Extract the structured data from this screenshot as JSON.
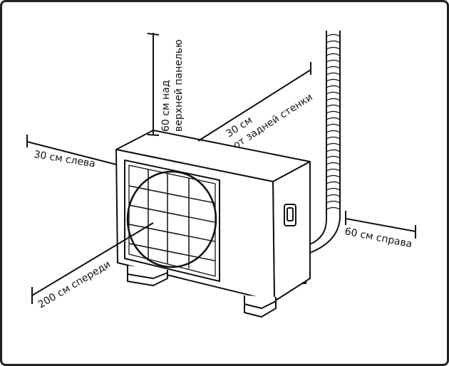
{
  "labels": {
    "top_line1": "60 см над",
    "top_line2": "верхней панелью",
    "back_line1": "30 см",
    "back_line2": "от задней стенки",
    "left": "30 см слева",
    "right": "60 см справа",
    "front": "200 см спереди"
  },
  "colors": {
    "ink": "#111111",
    "background": "#ffffff"
  }
}
